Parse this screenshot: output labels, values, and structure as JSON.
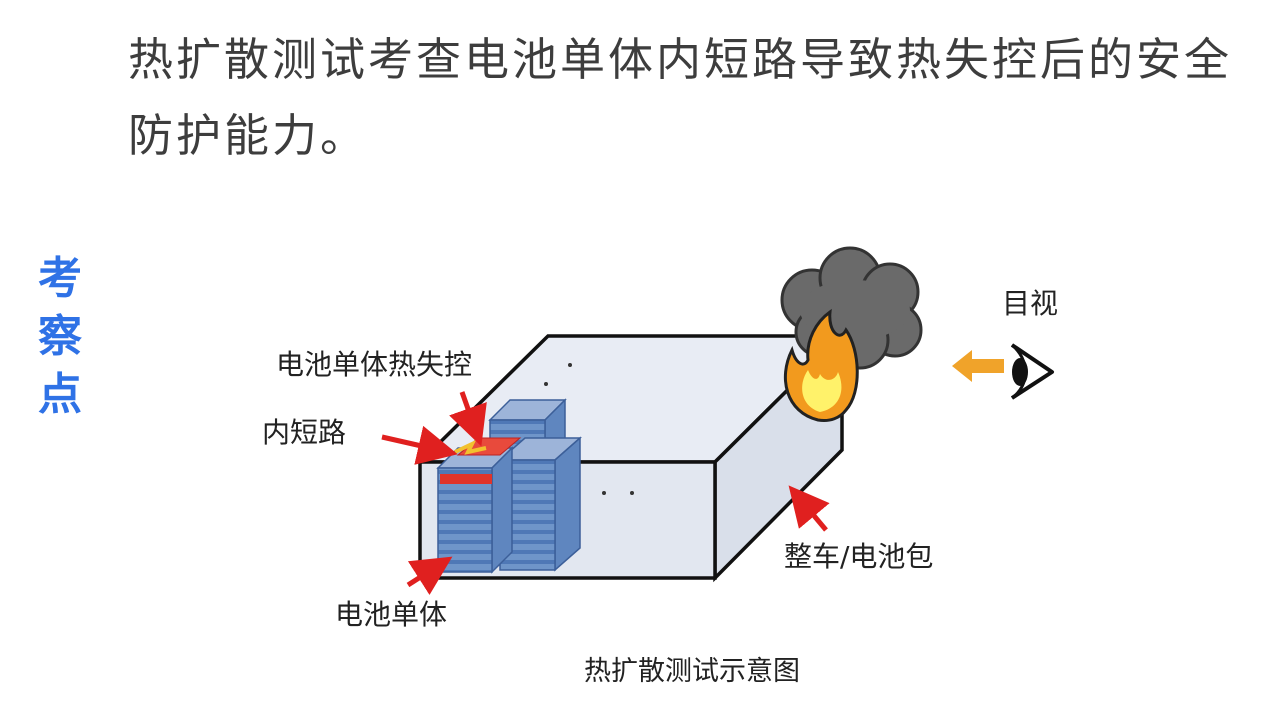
{
  "intro": "热扩散测试考查电池单体内短路导致热失控后的安全防护能力。",
  "side_label": [
    "考",
    "察",
    "点"
  ],
  "diagram": {
    "label_cell_runaway": "电池单体热失控",
    "label_short_circuit": "内短路",
    "label_cell": "电池单体",
    "label_pack": "整车/电池包",
    "label_visual": "目视",
    "caption": "热扩散测试示意图"
  }
}
